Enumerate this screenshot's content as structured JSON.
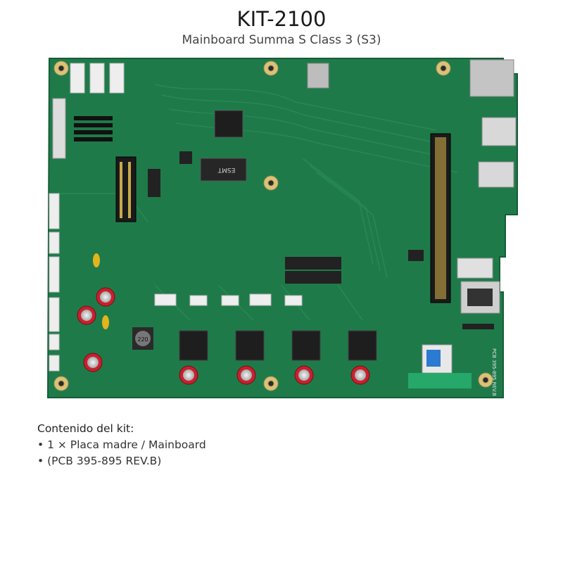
{
  "header": {
    "title": "KIT-2100",
    "subtitle": "Mainboard Summa S Class 3 (S3)"
  },
  "board": {
    "chip_label": "ESMT",
    "inductor_label": "220",
    "silkscreen_label": "PCB 395-895 REV.B",
    "colors": {
      "pcb": "#1f7a4a",
      "pcb_dark": "#17663c",
      "pad": "#d9c27a"
    }
  },
  "contents": {
    "heading": "Contenido del kit:",
    "items": [
      "• 1 × Placa madre / Mainboard",
      "• (PCB 395-895 REV.B)"
    ]
  }
}
